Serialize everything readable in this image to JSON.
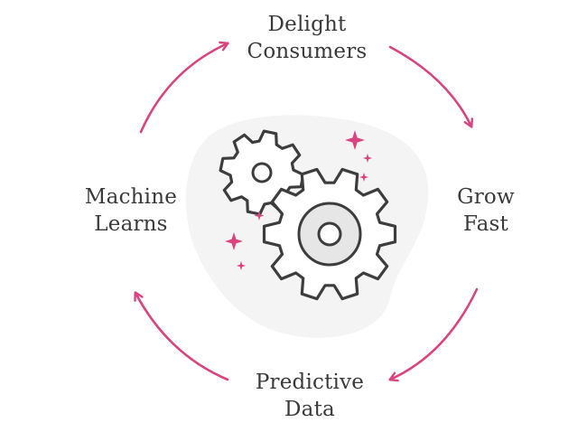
{
  "diagram": {
    "stages": [
      {
        "id": "top",
        "line1": "Delight",
        "line2": "Consumers"
      },
      {
        "id": "right",
        "line1": "Grow",
        "line2": "Fast"
      },
      {
        "id": "bottom",
        "line1": "Predictive",
        "line2": "Data"
      },
      {
        "id": "left",
        "line1": "Machine",
        "line2": "Learns"
      }
    ],
    "center_icon": "gears-icon",
    "decoration_icon": "sparkle-icon",
    "arrow_icon": "curved-arrow-icon"
  },
  "colors": {
    "accent": "#d9437e",
    "text": "#3a3a3a",
    "gear_stroke": "#3d3d3d",
    "gear_hub": "#e6e6e6",
    "blob": "#f4f4f4",
    "background": "#ffffff"
  }
}
